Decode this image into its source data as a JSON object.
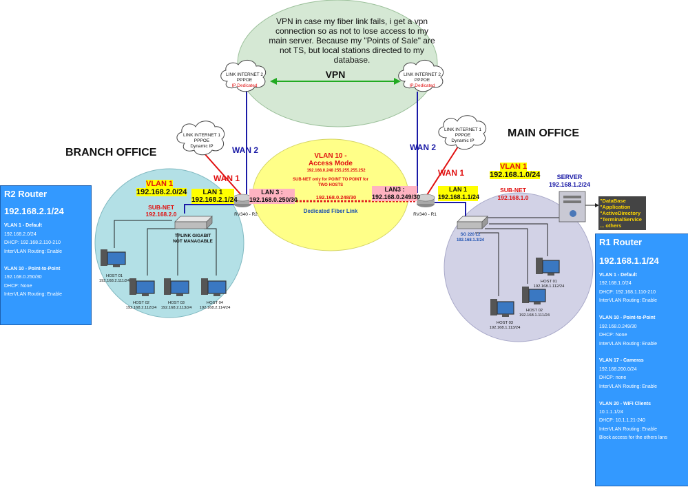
{
  "note_text": "VPN in case my fiber link fails, i get a vpn connection so as not to lose access to my main server. Because my \"Points of Sale\" are not TS, but local stations directed to my database.",
  "vpn_label": "VPN",
  "branch": {
    "title": "BRANCH OFFICE",
    "vlan_label": "VLAN 1",
    "vlan_net": "192.168.2.0/24",
    "lan_label": "LAN 1",
    "lan_ip": "192.168.2.1/24",
    "subnet_label": "SUB-NET",
    "subnet_value": "192.168.2.0",
    "switch_label1": "TPLINK GIGABIT",
    "switch_label2": "NOT MANAGABLE",
    "router_label": "RV340 - R2",
    "lan3_label": "LAN 3 :",
    "lan3_ip": "192.168.0.250/30",
    "wan1_label": "WAN 1",
    "wan2_label": "WAN 2",
    "cloud1": {
      "l1": "LINK INTERNET 1",
      "l2": "PPPOE",
      "l3": "Dynamic IP"
    },
    "cloud2": {
      "l1": "LINK INTERNET 2",
      "l2": "PPPOE",
      "l3": "IP Dedicated"
    },
    "hosts": [
      {
        "name": "HOST 01",
        "ip": "192.168.2.111/24"
      },
      {
        "name": "HOST 02",
        "ip": "192.168.2.112/24"
      },
      {
        "name": "HOST 03",
        "ip": "192.168.2.113/24"
      },
      {
        "name": "HOST 04",
        "ip": "192.168.2.114/24"
      }
    ]
  },
  "main": {
    "title": "MAIN OFFICE",
    "vlan_label": "VLAN 1",
    "vlan_net": "192.168.1.0/24",
    "lan_label": "LAN 1",
    "lan_ip": "192.168.1.1/24",
    "subnet_label": "SUB-NET",
    "subnet_value": "192.168.1.0",
    "switch_label1": "SG 220 L2",
    "switch_label2": "192.168.1.3/24",
    "router_label": "RV340 - R1",
    "lan3_label": "LAN3 :",
    "lan3_ip": "192.168.0.249/30",
    "wan1_label": "WAN 1",
    "wan2_label": "WAN 2",
    "server_label": "SERVER",
    "server_ip": "192.168.1.2/24",
    "server_services": [
      "\"DataBase",
      "\"Application",
      "\"ActiveDirectory",
      "\"TerminalService",
      "... others"
    ],
    "cloud1": {
      "l1": "LINK INTERNET 1",
      "l2": "PPPOE",
      "l3": "Dynamic IP"
    },
    "cloud2": {
      "l1": "LINK INTERNET 2",
      "l2": "PPPOE",
      "l3": "IP Dedicated"
    },
    "hosts": [
      {
        "name": "HOST 01",
        "ip": "192.168.1.112/24"
      },
      {
        "name": "HOST 02",
        "ip": "192.168.1.111/24"
      },
      {
        "name": "HOST 03",
        "ip": "192.168.1.113/24"
      }
    ]
  },
  "vlan10": {
    "title1": "VLAN 10 -",
    "title2": "Access Mode",
    "mask": "192.168.0.248 255.255.255.252",
    "sub1": "SUB-NET only for POINT TO POINT for",
    "sub2": "TWO HOSTS",
    "net": "192.168.0.248/30",
    "link_label": "Dedicated Fiber Link"
  },
  "r2_panel": {
    "title": "R2 Router",
    "ip": "192.168.2.1/24",
    "rows": [
      {
        "text": "VLAN 1 - Default",
        "bold": true
      },
      {
        "text": "192.168.2.0/24",
        "bold": false
      },
      {
        "text": "DHCP: 192.168.2.110-210",
        "bold": false
      },
      {
        "text": "InterVLAN Routing: Enable",
        "bold": false
      },
      {
        "text": "",
        "bold": false
      },
      {
        "text": "VLAN 10 - Point-to-Point",
        "bold": true
      },
      {
        "text": "192.168.0.250/30",
        "bold": false
      },
      {
        "text": "DHCP: None",
        "bold": false
      },
      {
        "text": "InterVLAN Routing: Enable",
        "bold": false
      }
    ]
  },
  "r1_panel": {
    "title": "R1 Router",
    "ip": "192.168.1.1/24",
    "rows": [
      {
        "text": "VLAN 1 - Default",
        "bold": true
      },
      {
        "text": "192.168.1.0/24",
        "bold": false
      },
      {
        "text": "DHCP: 192.168.1.110-210",
        "bold": false
      },
      {
        "text": "InterVLAN Routing: Enable",
        "bold": false
      },
      {
        "text": "",
        "bold": false
      },
      {
        "text": "VLAN 10 - Point-to-Point",
        "bold": true
      },
      {
        "text": "192.168.0.249/30",
        "bold": false
      },
      {
        "text": "DHCP: None",
        "bold": false
      },
      {
        "text": "InterVLAN Routing: Enable",
        "bold": false
      },
      {
        "text": "",
        "bold": false
      },
      {
        "text": "VLAN 17 - Cameras",
        "bold": true
      },
      {
        "text": "192.168.200.0/24",
        "bold": false
      },
      {
        "text": "DHCP: none",
        "bold": false
      },
      {
        "text": "InterVLAN Routing: Enable",
        "bold": false
      },
      {
        "text": "",
        "bold": false
      },
      {
        "text": "VLAN 20 - WiFi Clients",
        "bold": true
      },
      {
        "text": "10.1.1.1/24",
        "bold": false
      },
      {
        "text": "DHCP: 10.1.1.21-240",
        "bold": false
      },
      {
        "text": "InterVLAN Routing: Enable",
        "bold": false
      },
      {
        "text": "Block access for the others lans",
        "bold": false
      }
    ]
  },
  "colors": {
    "branch_circle": "#b3e0e6",
    "main_circle": "#d2d2e6",
    "note_ellipse": "#d5e8d4",
    "vlan10_ellipse": "#ffff88",
    "panel": "#3399ff",
    "wan1": "#e01010",
    "wan2": "#1a1aa6",
    "vpn_arrow": "#22aa22",
    "fiber": "#e02020"
  }
}
